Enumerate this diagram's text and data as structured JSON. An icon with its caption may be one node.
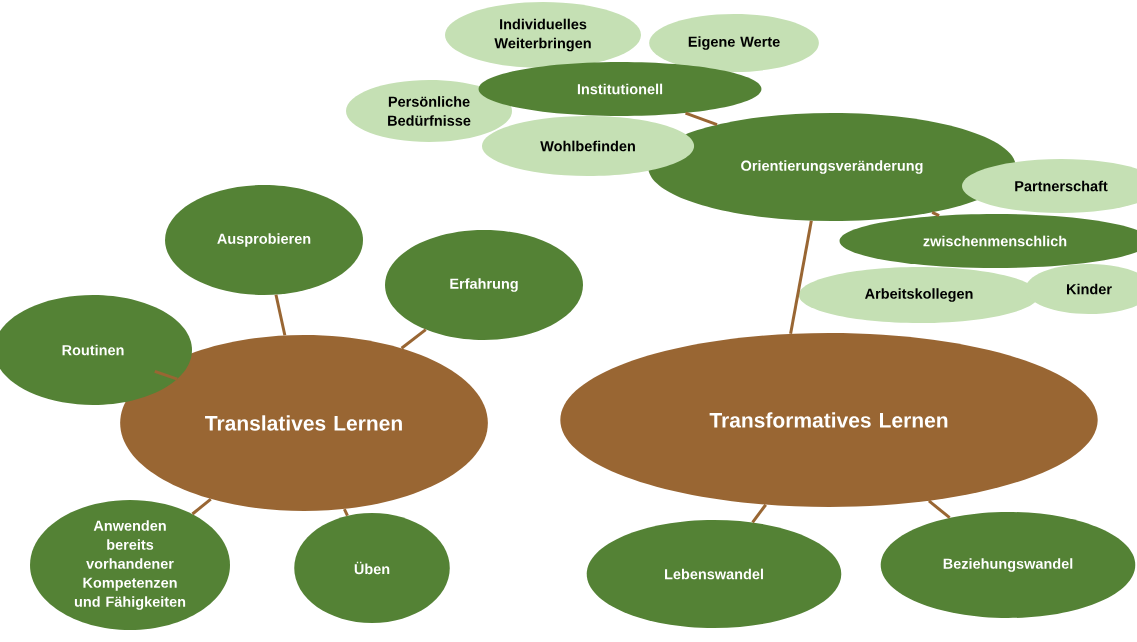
{
  "diagram": {
    "nodes": [
      {
        "text": [
          "Translatives Lernen"
        ]
      },
      {
        "text": [
          "Routinen"
        ]
      },
      {
        "text": [
          "Ausprobieren"
        ]
      },
      {
        "text": [
          "Erfahrung"
        ]
      },
      {
        "text": [
          "Anwenden bereits vorhandener Kompetenzen und Fähigkeiten"
        ]
      },
      {
        "text": [
          "Üben"
        ]
      },
      {
        "text": [
          "Transformatives Lernen"
        ]
      },
      {
        "text": [
          "Lebenswandel"
        ]
      },
      {
        "text": [
          "Beziehungswandel"
        ]
      },
      {
        "text": [
          "Orientierungsveränderung"
        ]
      },
      {
        "text": [
          "Institutionell"
        ]
      },
      {
        "text": [
          "Individuelles Weiterbringen"
        ]
      },
      {
        "text": [
          "Eigene Werte"
        ]
      },
      {
        "text": [
          "Persönliche Bedürfnisse"
        ]
      },
      {
        "text": [
          "Wohlbefinden"
        ]
      },
      {
        "text": [
          "Partnerschaft"
        ]
      },
      {
        "text": [
          "zwischenmenschlich"
        ]
      },
      {
        "text": [
          "Arbeitskollegen"
        ]
      },
      {
        "text": [
          "Kinder"
        ]
      }
    ],
    "edges": [
      {
        "from": 0,
        "to": 1,
        "arrow": "none"
      },
      {
        "from": 0,
        "to": 2,
        "arrow": "none"
      },
      {
        "from": 0,
        "to": 3,
        "arrow": "none"
      },
      {
        "from": 0,
        "to": 4,
        "arrow": "none"
      },
      {
        "from": 0,
        "to": 5,
        "arrow": "none"
      },
      {
        "from": 6,
        "to": 7,
        "arrow": "none"
      },
      {
        "from": 6,
        "to": 8,
        "arrow": "none"
      },
      {
        "from": 6,
        "to": 9,
        "arrow": "none"
      },
      {
        "from": 9,
        "to": 10,
        "arrow": "none"
      },
      {
        "from": 9,
        "to": 16,
        "arrow": "none"
      }
    ]
  }
}
